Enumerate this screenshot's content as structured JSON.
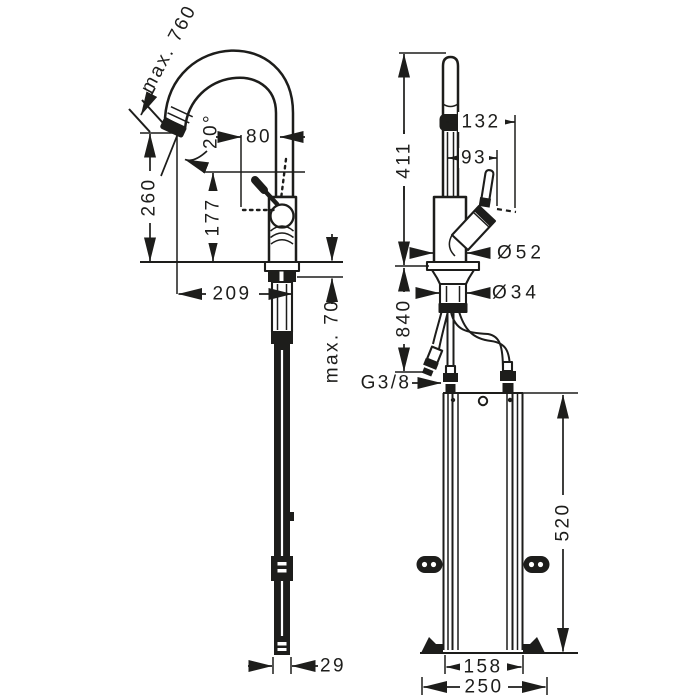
{
  "drawing": {
    "type": "technical-dimension-diagram",
    "subject": "kitchen mixer tap with pull-out spray, side and front views with installation box",
    "ink": "#1d1d1b",
    "paper": "#ffffff"
  },
  "side_view": {
    "max_pullout_height": "max. 760",
    "spray_angle": "20°",
    "outlet_offset": "80",
    "outlet_height": "260",
    "body_height": "177",
    "spout_reach": "209",
    "max_counter_thickness": "max. 70",
    "hose_width": "29"
  },
  "front_view": {
    "total_height": "411",
    "handle_reach": "132",
    "handle_offset": "93",
    "base_diameter": "Ø52",
    "shank_diameter": "Ø34",
    "hose_length": "840",
    "connection_thread": "G3/8",
    "box_height": "520",
    "box_width": "158",
    "footprint_width": "250"
  }
}
